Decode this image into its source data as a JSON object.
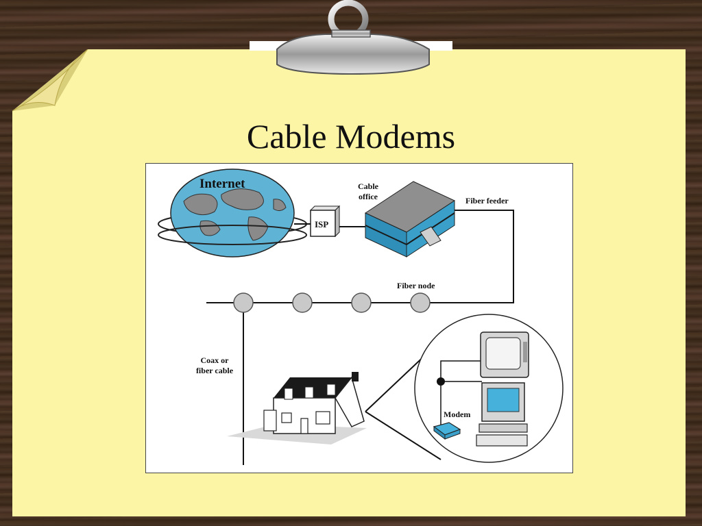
{
  "slide": {
    "title": "Cable Modems"
  },
  "diagram": {
    "internet_label": "Internet",
    "isp_label": "ISP",
    "cable_office_label_line1": "Cable",
    "cable_office_label_line2": "office",
    "fiber_feeder_label": "Fiber feeder",
    "fiber_node_label": "Fiber node",
    "coax_label_line1": "Coax or",
    "coax_label_line2": "fiber cable",
    "modem_label": "Modem"
  },
  "colors": {
    "background_wood": "#4a3320",
    "paper": "#fdf5a6",
    "globe_ocean": "#5fb4d6",
    "globe_land": "#8a8a8a",
    "building_window": "#2f8fb8",
    "node_fill": "#c9c9c9"
  }
}
